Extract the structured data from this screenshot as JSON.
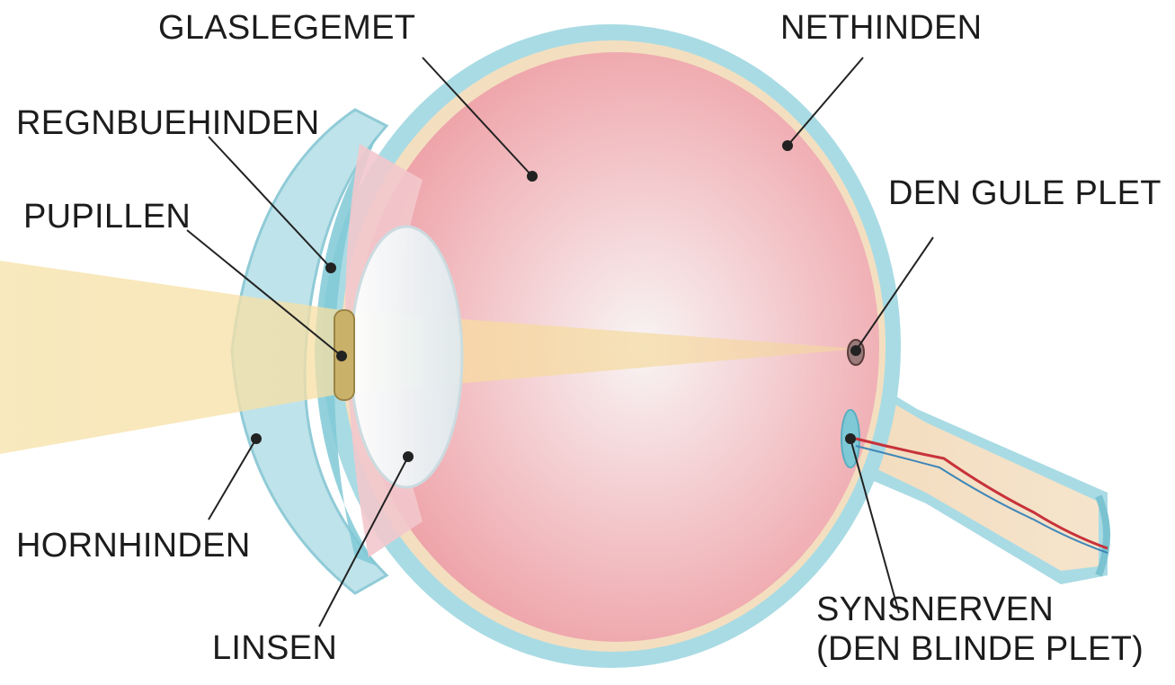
{
  "labels": {
    "vitreous": "GLASLEGEMET",
    "retina": "NETHINDEN",
    "iris": "REGNBUEHINDEN",
    "macula": "DEN GULE PLET",
    "pupil": "PUPILLEN",
    "cornea": "HORNHINDEN",
    "lens": "LINSEN",
    "optic_nerve_line1": "SYNSNERVEN",
    "optic_nerve_line2": "(DEN BLINDE PLET)"
  },
  "colors": {
    "sclera": "#a9dbe4",
    "sclera_edge": "#7cc3d1",
    "retina_band": "#f3dfc0",
    "vitreous": "#f0a9ad",
    "vitreous_center": "#f8f2f2",
    "light_beam": "#f6e2a5",
    "lens": "#eaf2f3",
    "iris": "#7fc9d6",
    "pupil": "#c9b16a",
    "nerve": "#f2dcc0",
    "artery": "#c8323a",
    "vein": "#3f86b8",
    "leader_line": "#222222"
  },
  "icons": [
    "eye-cross-section-icon"
  ]
}
